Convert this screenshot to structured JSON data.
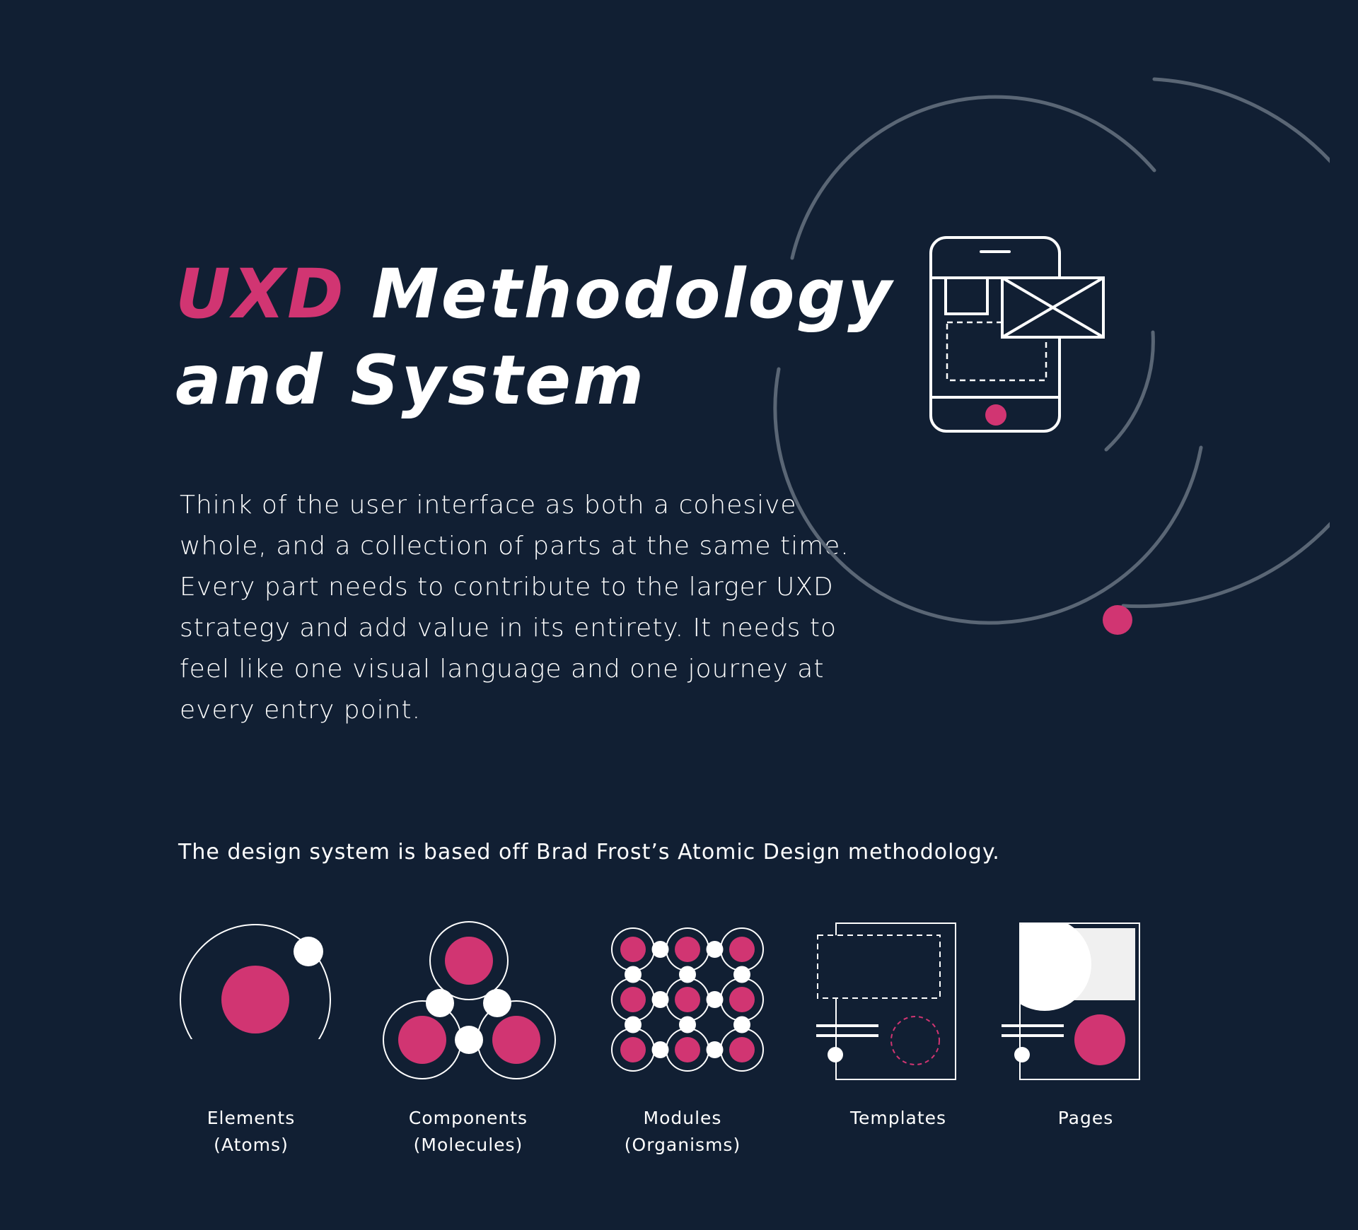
{
  "title": {
    "accent": "UXD",
    "rest_line1": "Methodology",
    "line2": "and System"
  },
  "intro_text": "Think of the user interface as both a cohesive whole, and a collection of parts at the same time. Every part needs to contribute to the larger UXD strategy and add value in its entirety. It needs to feel like one visual language and one journey at every entry point.",
  "subtitle": "The design system is based off Brad Frost’s Atomic Design methodology.",
  "stages": [
    {
      "label": "Elements",
      "sublabel": "(Atoms)"
    },
    {
      "label": "Components",
      "sublabel": "(Molecules)"
    },
    {
      "label": "Modules",
      "sublabel": "(Organisms)"
    },
    {
      "label": "Templates",
      "sublabel": ""
    },
    {
      "label": "Pages",
      "sublabel": ""
    }
  ],
  "colors": {
    "background": "#111f33",
    "accent": "#d13572",
    "orbit": "#5a6675",
    "foreground": "#ffffff"
  },
  "icons": {
    "hero": "mobile-wireframe-icon",
    "atoms": "atom-icon",
    "molecules": "molecule-icon",
    "organisms": "organism-grid-icon",
    "templates": "template-wireframe-icon",
    "pages": "page-layout-icon"
  }
}
